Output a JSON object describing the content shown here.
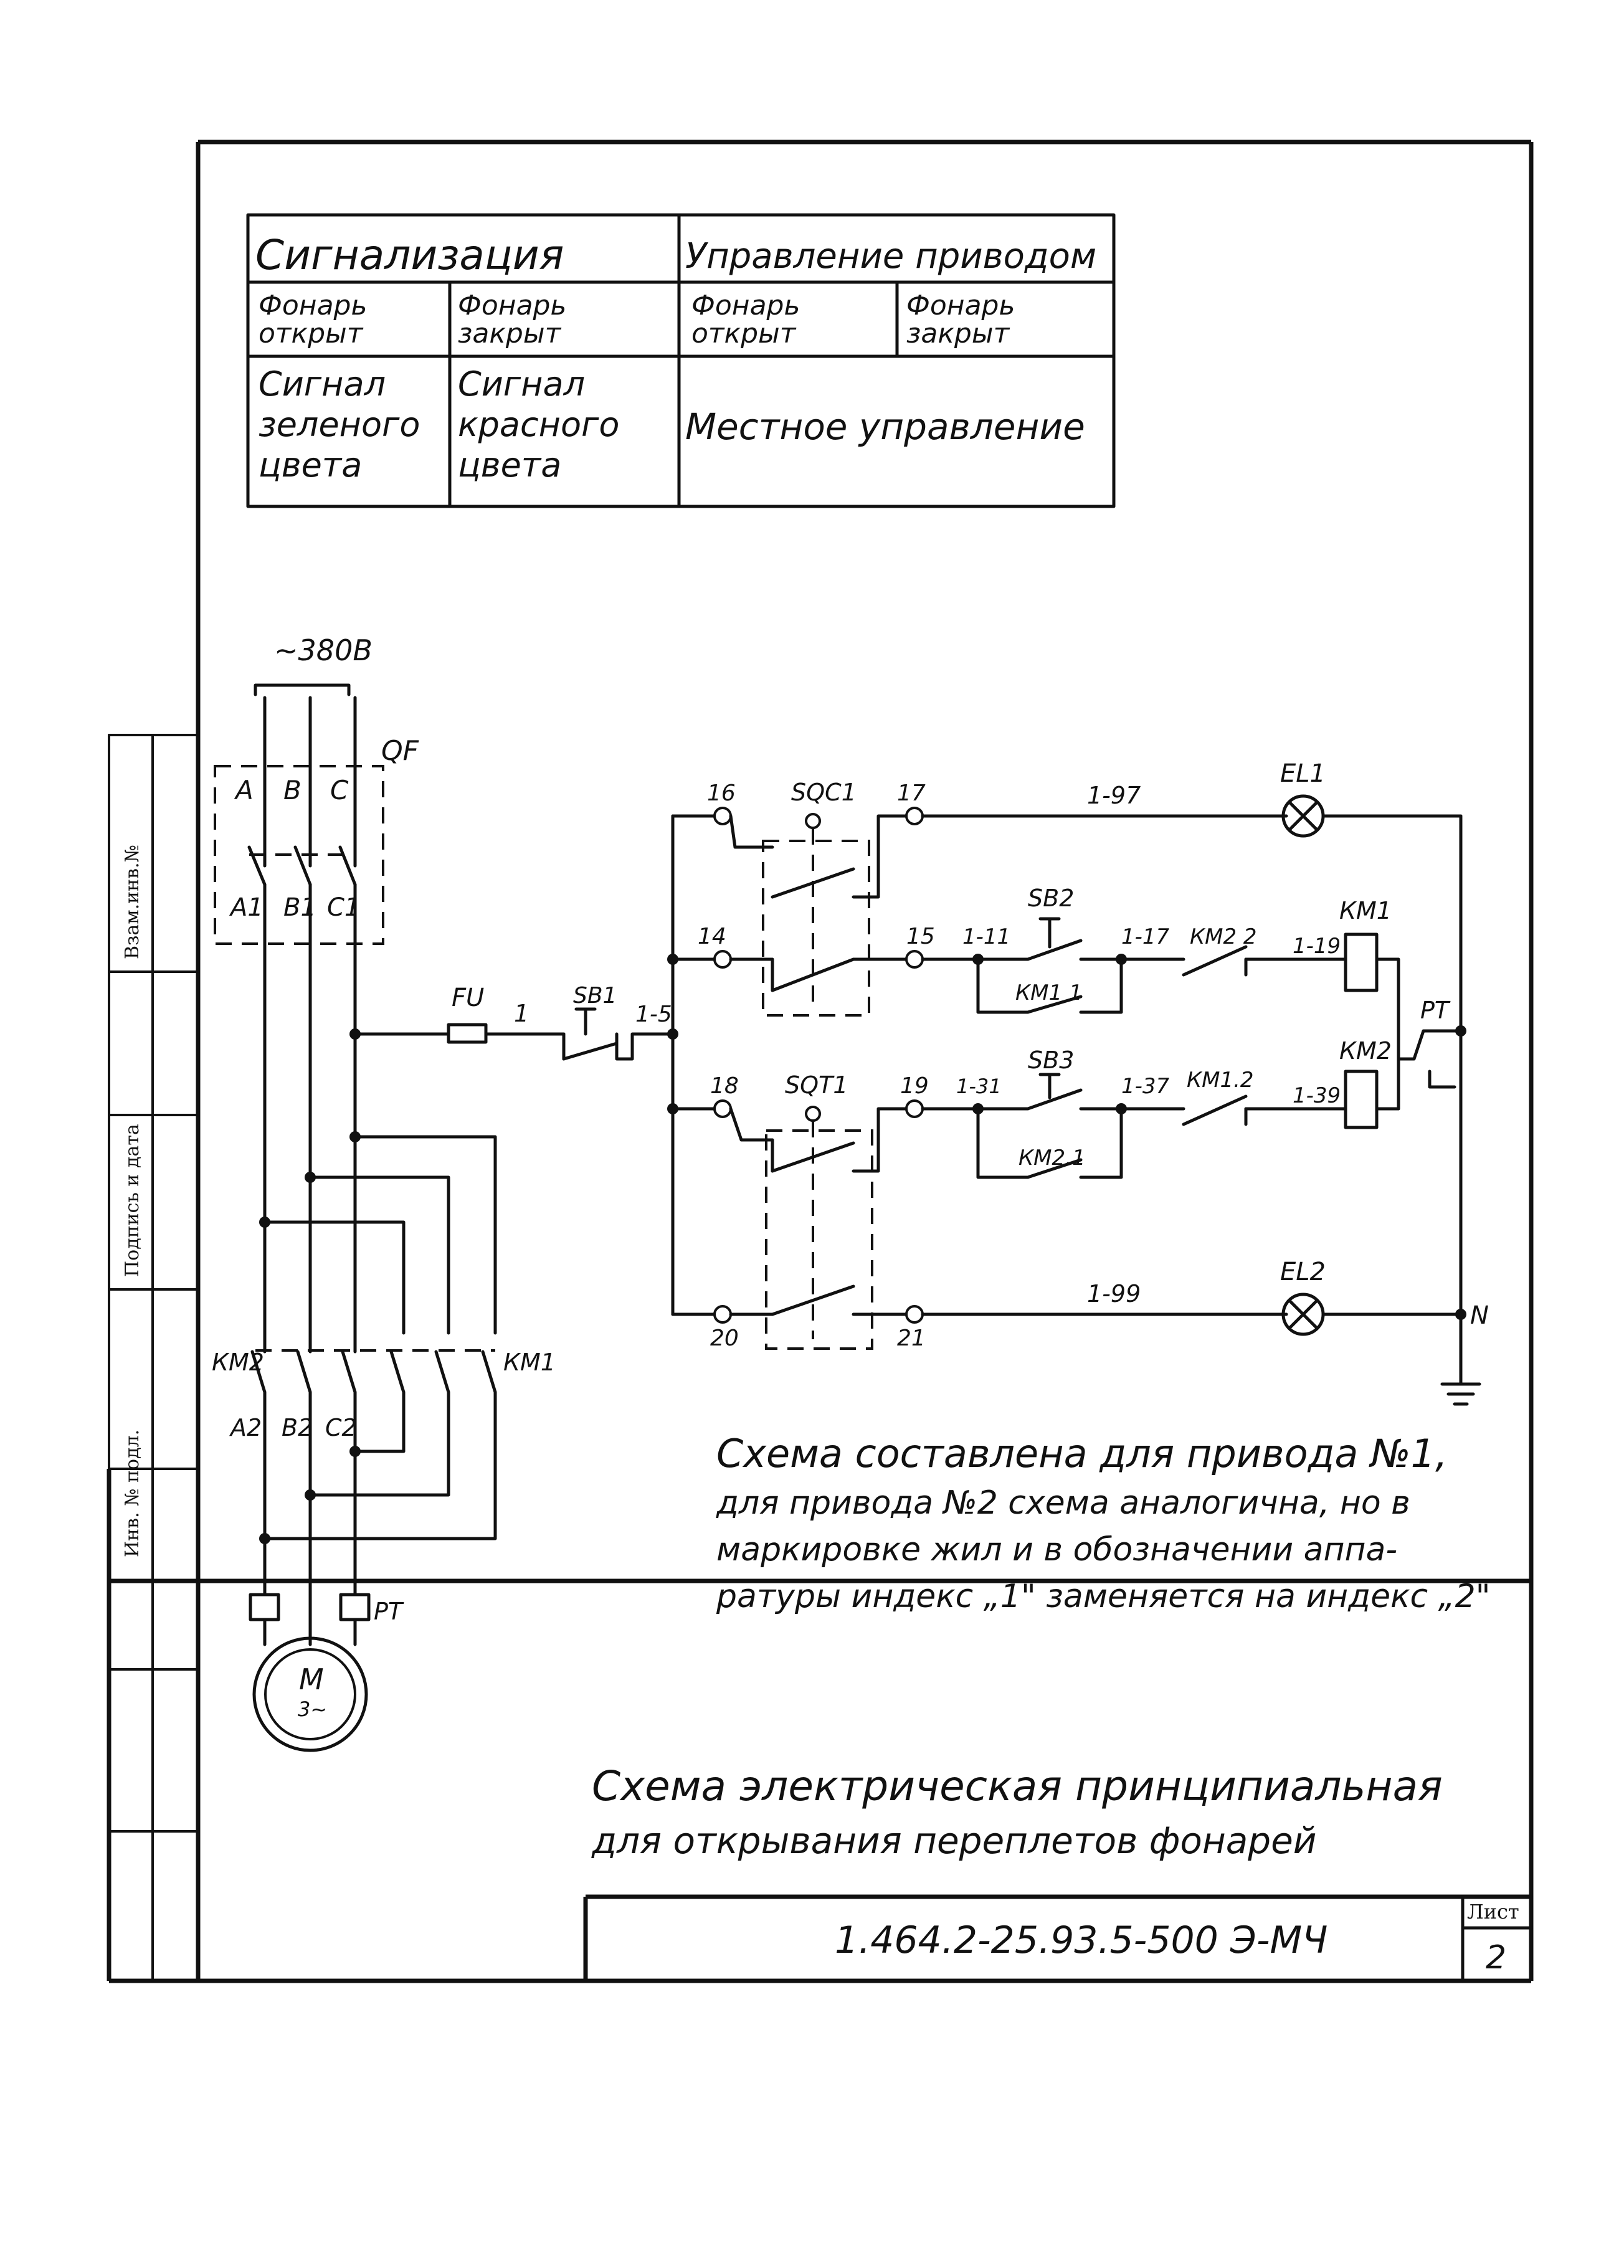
{
  "table": {
    "header_signal": "Сигнализация",
    "header_control": "Управление приводом",
    "col1": "Фонарь открыт",
    "col2": "Фонарь закрыт",
    "col3": "Фонарь открыт",
    "col4": "Фонарь закрыт",
    "cell1": "Сигнал зеленого цвета",
    "cell2": "Сигнал красного цвета",
    "cell3": "Местное управление"
  },
  "diagram": {
    "supply": "~380В",
    "breaker": "QF",
    "phases": [
      "A",
      "B",
      "C"
    ],
    "phases_out": [
      "A1",
      "B1",
      "C1"
    ],
    "phases_motor": [
      "A2",
      "B2",
      "C2"
    ],
    "fuse": "FU",
    "wire_1": "1",
    "sb1": "SB1",
    "wire_1_5": "1-5",
    "sqc1": "SQC1",
    "sqt1": "SQT1",
    "terminals": [
      "16",
      "17",
      "14",
      "15",
      "18",
      "19",
      "20",
      "21"
    ],
    "wire_1_97": "1-97",
    "wire_1_11": "1-11",
    "wire_1_17": "1-17",
    "wire_1_19": "1-19",
    "wire_1_31": "1-31",
    "wire_1_37": "1-37",
    "wire_1_39": "1-39",
    "wire_1_99": "1-99",
    "sb2": "SB2",
    "sb3": "SB3",
    "km2_2": "КМ2 2",
    "km1_1": "КМ1 1",
    "km1_2": "КМ1.2",
    "km2_1": "КМ2.1",
    "km1": "КМ1",
    "km2": "КМ2",
    "pt": "РТ",
    "el1": "EL1",
    "el2": "EL2",
    "neutral": "N",
    "km2_main": "КМ2",
    "km1_main": "КМ1",
    "motor": "М",
    "motor_sub": "3~",
    "pt_motor": "РТ"
  },
  "note": {
    "line1": "Схема составлена для привода №1,",
    "line2": "для привода №2 схема аналогична, но в",
    "line3": "маркировке жил и в обозначении аппа-",
    "line4": "ратуры индекс „1\" заменяется на индекс „2\""
  },
  "caption": {
    "line1": "Схема электрическая принципиальная",
    "line2": "для открывания переплетов фонарей"
  },
  "title_block": {
    "doc_number": "1.464.2-25.93.5-500 Э-МЧ",
    "sheet_label": "Лист",
    "sheet_number": "2"
  },
  "side_stub": {
    "inv_podl": "Инв. № подл.",
    "podpis": "Подпись и дата",
    "vzam": "Взам.инв.№"
  }
}
